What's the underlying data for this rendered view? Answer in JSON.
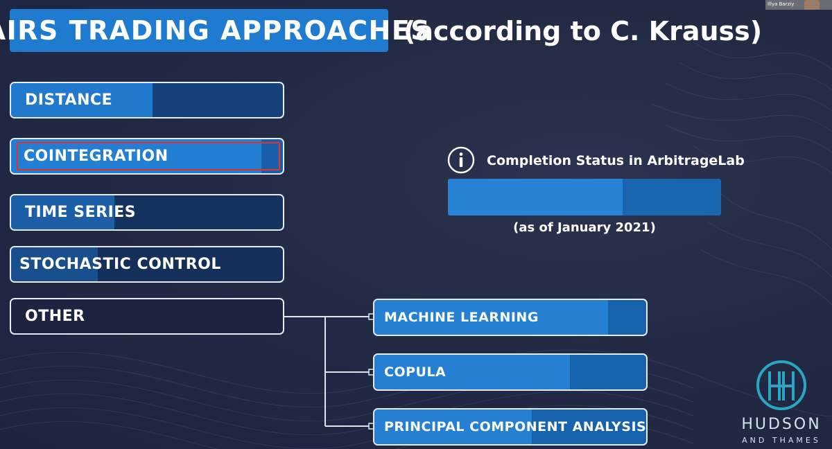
{
  "title": "PAIRS TRADING APPROACHES",
  "subtitle": "(according to C. Krauss)",
  "approaches": [
    {
      "label": "DISTANCE",
      "fill_fraction": 0.52,
      "fill_color": "#2179cd",
      "base_color": "#16417a",
      "selected": false
    },
    {
      "label": "COINTEGRATION",
      "fill_fraction": 0.92,
      "fill_color": "#237fd3",
      "base_color": "#1a5da8",
      "selected": true
    },
    {
      "label": "TIME SERIES",
      "fill_fraction": 0.38,
      "fill_color": "#1c5fa6",
      "base_color": "#15335f",
      "selected": false
    },
    {
      "label": "STOCHASTIC CONTROL",
      "fill_fraction": 0.32,
      "fill_color": "#1a4f8e",
      "base_color": "#14305a",
      "selected": false
    },
    {
      "label": "OTHER",
      "fill_fraction": 0.0,
      "fill_color": "#1d2440",
      "base_color": "#1d2440",
      "selected": false
    }
  ],
  "completion": {
    "label": "Completion Status in ArbitrageLab",
    "fraction": 0.64,
    "as_of": "(as of January 2021)",
    "icon": "info-icon"
  },
  "other_children": [
    {
      "label": "MACHINE LEARNING",
      "fill_fraction": 0.86
    },
    {
      "label": "COPULA",
      "fill_fraction": 0.72
    },
    {
      "label": "PRINCIPAL COMPONENT ANALYSIS",
      "fill_fraction": 0.58
    }
  ],
  "logo": {
    "name": "HUDSON",
    "sub": "AND THAMES",
    "icon": "hudson-thames-logo-icon",
    "color": "#2aa6c4"
  },
  "webcam": {
    "name": "Illya Barziy"
  }
}
